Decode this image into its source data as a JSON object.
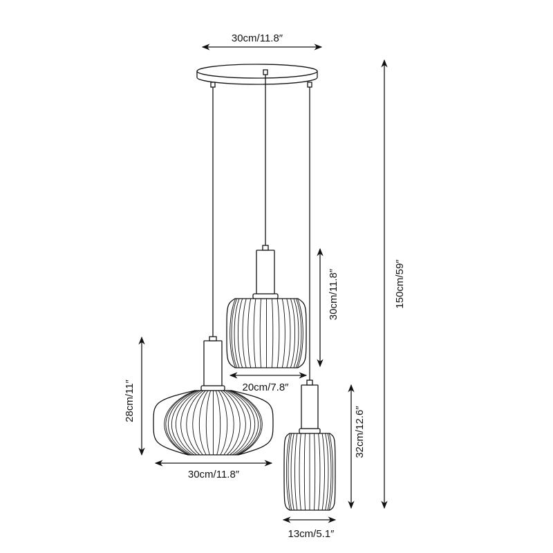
{
  "dimensions": {
    "canopy_width": "30cm/11.8″",
    "total_height": "150cm/59″",
    "middle_lamp_height": "30cm/11.8″",
    "middle_lamp_width": "20cm/7.8″",
    "left_lamp_height": "28cm/11″",
    "left_lamp_width": "30cm/11.8″",
    "right_lamp_height": "32cm/12.6″",
    "right_lamp_width": "13cm/5.1″"
  },
  "colors": {
    "line": "#111111",
    "background": "#ffffff"
  }
}
